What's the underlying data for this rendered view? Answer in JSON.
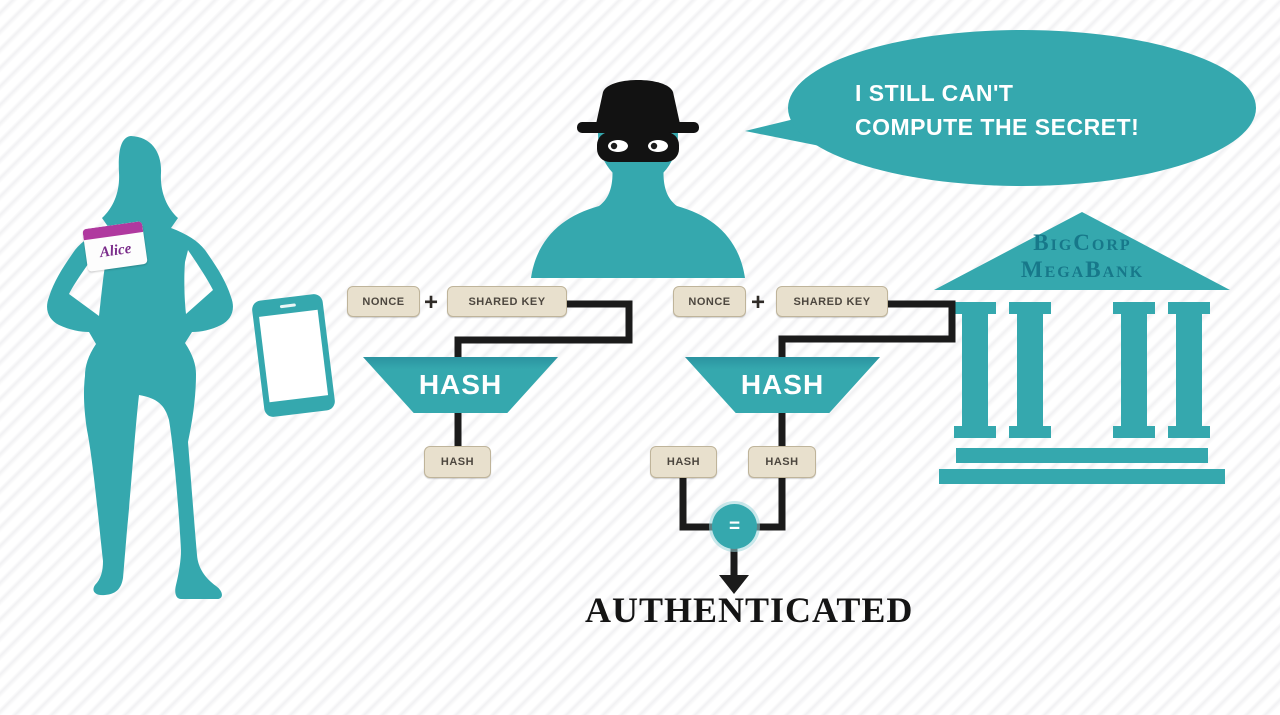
{
  "bubble": {
    "line1": "I STILL CAN'T",
    "line2": "COMPUTE THE SECRET!"
  },
  "alice": {
    "badge_name": "Alice"
  },
  "bank": {
    "name_line1": "BigCorp",
    "name_line2": "MegaBank"
  },
  "alice_flow": {
    "nonce_label": "NONCE",
    "plus": "+",
    "shared_key_label": "SHARED KEY",
    "hash_funnel_label": "HASH",
    "hash_output_label": "HASH"
  },
  "bank_flow": {
    "nonce_label": "NONCE",
    "plus": "+",
    "shared_key_label": "SHARED KEY",
    "hash_funnel_label": "HASH",
    "received_hash_label": "HASH",
    "computed_hash_label": "HASH"
  },
  "comparison": {
    "equals_symbol": "=",
    "result_label": "AUTHENTICATED"
  },
  "colors": {
    "teal": "#35a8ae",
    "teal_dark_text": "#17788a",
    "box_bg": "#e8e0cd",
    "box_border": "#bfb49a",
    "box_text": "#4d473f",
    "line_black": "#1b1b1b",
    "badge_strip": "#b0399f",
    "badge_name": "#7b2d8b"
  }
}
